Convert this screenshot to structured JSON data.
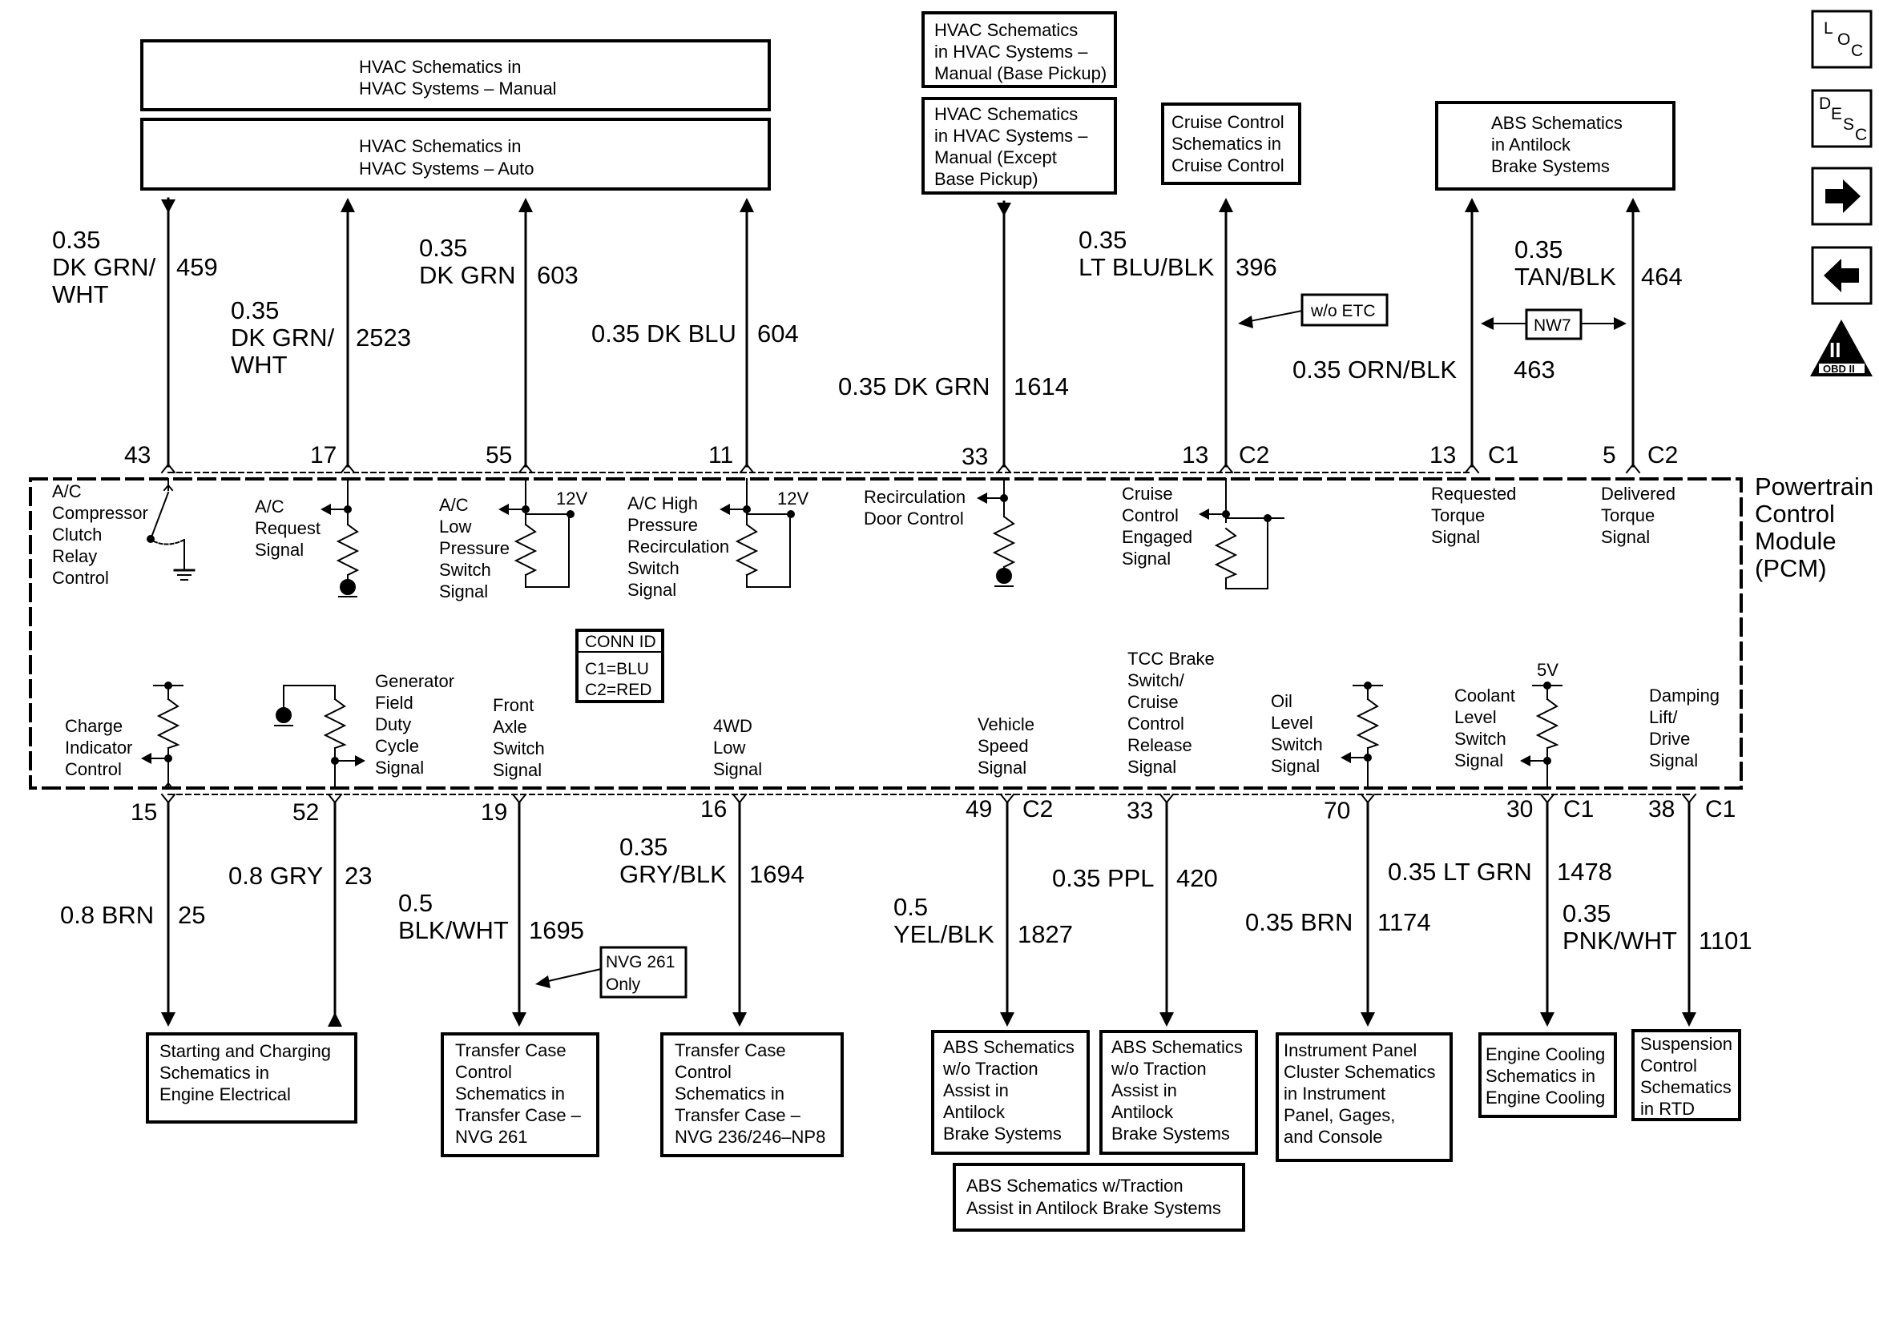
{
  "top_boxes": {
    "hvac_manual": [
      "HVAC Schematics in",
      "HVAC Systems – Manual"
    ],
    "hvac_auto": [
      "HVAC Schematics in",
      "HVAC Systems – Auto"
    ],
    "hvac_base": [
      "HVAC Schematics",
      "in HVAC Systems –",
      "Manual (Base Pickup)"
    ],
    "hvac_except": [
      "HVAC Schematics",
      "in HVAC Systems –",
      "Manual (Except",
      "Base Pickup)"
    ],
    "cruise": [
      "Cruise Control",
      "Schematics in",
      "Cruise Control"
    ],
    "abs_top": [
      "ABS Schematics",
      "in Antilock",
      "Brake Systems"
    ]
  },
  "nav_buttons": {
    "loc": [
      "L",
      "O",
      "C"
    ],
    "desc": [
      "D",
      "E",
      "S",
      "C"
    ],
    "next": "→",
    "prev": "←",
    "obd": [
      "II",
      "OBD II"
    ]
  },
  "top_wires": [
    {
      "size": [
        "0.35",
        "DK GRN/",
        "WHT"
      ],
      "circuit": "459",
      "pin": "43",
      "conn": ""
    },
    {
      "size": [
        "0.35",
        "DK GRN/",
        "WHT"
      ],
      "circuit": "2523",
      "pin": "17",
      "conn": ""
    },
    {
      "size": [
        "0.35",
        "DK GRN"
      ],
      "circuit": "603",
      "pin": "55",
      "conn": ""
    },
    {
      "size": [
        "0.35 DK BLU"
      ],
      "circuit": "604",
      "pin": "11",
      "conn": ""
    },
    {
      "size": [
        "0.35 DK GRN"
      ],
      "circuit": "1614",
      "pin": "33",
      "conn": ""
    },
    {
      "size": [
        "0.35",
        "LT BLU/BLK"
      ],
      "circuit": "396",
      "pin": "13",
      "conn": "C2"
    },
    {
      "size": [
        "0.35 ORN/BLK"
      ],
      "circuit": "463",
      "pin": "13",
      "conn": "C1"
    },
    {
      "size": [
        "0.35",
        "TAN/BLK"
      ],
      "circuit": "464",
      "pin": "5",
      "conn": "C2"
    }
  ],
  "notes": {
    "wo_etc": "w/o ETC",
    "nw7": "NW7",
    "nvg261": [
      "NVG 261",
      "Only"
    ]
  },
  "pcm": {
    "label": [
      "Powertrain",
      "Control",
      "Module",
      "(PCM)"
    ],
    "conn_id": [
      "CONN ID",
      "C1=BLU",
      "C2=RED"
    ],
    "v12": "12V",
    "v5": "5V"
  },
  "top_signals": [
    [
      "A/C",
      "Compressor",
      "Clutch",
      "Relay",
      "Control"
    ],
    [
      "A/C",
      "Request",
      "Signal"
    ],
    [
      "A/C",
      "Low",
      "Pressure",
      "Switch",
      "Signal"
    ],
    [
      "A/C High",
      "Pressure",
      "Recirculation",
      "Switch",
      "Signal"
    ],
    [
      "Recirculation",
      "Door Control"
    ],
    [
      "Cruise",
      "Control",
      "Engaged",
      "Signal"
    ],
    [
      "Requested",
      "Torque",
      "Signal"
    ],
    [
      "Delivered",
      "Torque",
      "Signal"
    ]
  ],
  "bottom_signals": [
    [
      "Charge",
      "Indicator",
      "Control"
    ],
    [
      "Generator",
      "Field",
      "Duty",
      "Cycle",
      "Signal"
    ],
    [
      "Front",
      "Axle",
      "Switch",
      "Signal"
    ],
    [
      "4WD",
      "Low",
      "Signal"
    ],
    [
      "Vehicle",
      "Speed",
      "Signal"
    ],
    [
      "TCC Brake",
      "Switch/",
      "Cruise",
      "Control",
      "Release",
      "Signal"
    ],
    [
      "Oil",
      "Level",
      "Switch",
      "Signal"
    ],
    [
      "Coolant",
      "Level",
      "Switch",
      "Signal"
    ],
    [
      "Damping",
      "Lift/",
      "Drive",
      "Signal"
    ]
  ],
  "bottom_wires": [
    {
      "pin": "15",
      "conn": "",
      "size": [
        "0.8 BRN"
      ],
      "circuit": "25"
    },
    {
      "pin": "52",
      "conn": "",
      "size": [
        "0.8 GRY"
      ],
      "circuit": "23"
    },
    {
      "pin": "19",
      "conn": "",
      "size": [
        "0.5",
        "BLK/WHT"
      ],
      "circuit": "1695"
    },
    {
      "pin": "16",
      "conn": "",
      "size": [
        "0.35",
        "GRY/BLK"
      ],
      "circuit": "1694"
    },
    {
      "pin": "49",
      "conn": "C2",
      "size": [
        "0.5",
        "YEL/BLK"
      ],
      "circuit": "1827"
    },
    {
      "pin": "33",
      "conn": "",
      "size": [
        "0.35 PPL"
      ],
      "circuit": "420"
    },
    {
      "pin": "70",
      "conn": "",
      "size": [
        "0.35 BRN"
      ],
      "circuit": "1174"
    },
    {
      "pin": "30",
      "conn": "C1",
      "size": [
        "0.35 LT GRN"
      ],
      "circuit": "1478"
    },
    {
      "pin": "38",
      "conn": "C1",
      "size": [
        "0.35",
        "PNK/WHT"
      ],
      "circuit": "1101"
    }
  ],
  "bottom_boxes": {
    "starting": [
      "Starting and Charging",
      "Schematics in",
      "Engine Electrical"
    ],
    "tc261": [
      "Transfer Case",
      "Control",
      "Schematics in",
      "Transfer Case –",
      "NVG 261"
    ],
    "tc236": [
      "Transfer Case",
      "Control",
      "Schematics in",
      "Transfer Case –",
      "NVG 236/246–NP8"
    ],
    "abs_wo1": [
      "ABS Schematics",
      "w/o Traction",
      "Assist in",
      "Antilock",
      "Brake Systems"
    ],
    "abs_wo2": [
      "ABS Schematics",
      "w/o Traction",
      "Assist in",
      "Antilock",
      "Brake Systems"
    ],
    "ipc": [
      "Instrument Panel",
      "Cluster Schematics",
      "in Instrument",
      "Panel, Gages,",
      "and Console"
    ],
    "cooling": [
      "Engine Cooling",
      "Schematics in",
      "Engine Cooling"
    ],
    "suspension": [
      "Suspension",
      "Control",
      "Schematics",
      "in RTD"
    ],
    "abs_w": [
      "ABS Schematics w/Traction",
      "Assist in Antilock Brake Systems"
    ]
  }
}
